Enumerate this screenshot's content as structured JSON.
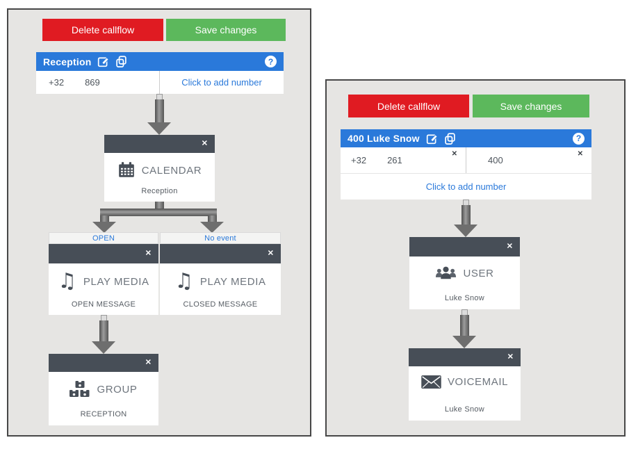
{
  "glyphs": {
    "close": "✕",
    "help": "?",
    "music_note": "♫"
  },
  "colors": {
    "accent_blue": "#2a79da",
    "delete_red": "#e01b22",
    "save_green": "#5cb85c",
    "node_header_dark": "#474e57",
    "panel_bg": "#e6e5e3",
    "link_blue": "#2a79da"
  },
  "left_panel": {
    "delete_button": "Delete callflow",
    "save_button": "Save changes",
    "title": "Reception",
    "number": {
      "prefix": "+32",
      "value": "869"
    },
    "add_number_link": "Click to add number",
    "nodes": {
      "calendar": {
        "type": "CALENDAR",
        "name": "Reception"
      },
      "play_open": {
        "branch": "OPEN",
        "type": "PLAY MEDIA",
        "name": "OPEN MESSAGE"
      },
      "play_closed": {
        "branch": "No event",
        "type": "PLAY MEDIA",
        "name": "CLOSED MESSAGE"
      },
      "group": {
        "type": "GROUP",
        "name": "RECEPTION"
      }
    }
  },
  "right_panel": {
    "delete_button": "Delete callflow",
    "save_button": "Save changes",
    "title": "400 Luke Snow",
    "number1": {
      "prefix": "+32",
      "value": "261"
    },
    "number2": {
      "value": "400"
    },
    "add_number_link": "Click to add number",
    "nodes": {
      "user": {
        "type": "USER",
        "name": "Luke Snow"
      },
      "voicemail": {
        "type": "VOICEMAIL",
        "name": "Luke Snow"
      }
    }
  }
}
